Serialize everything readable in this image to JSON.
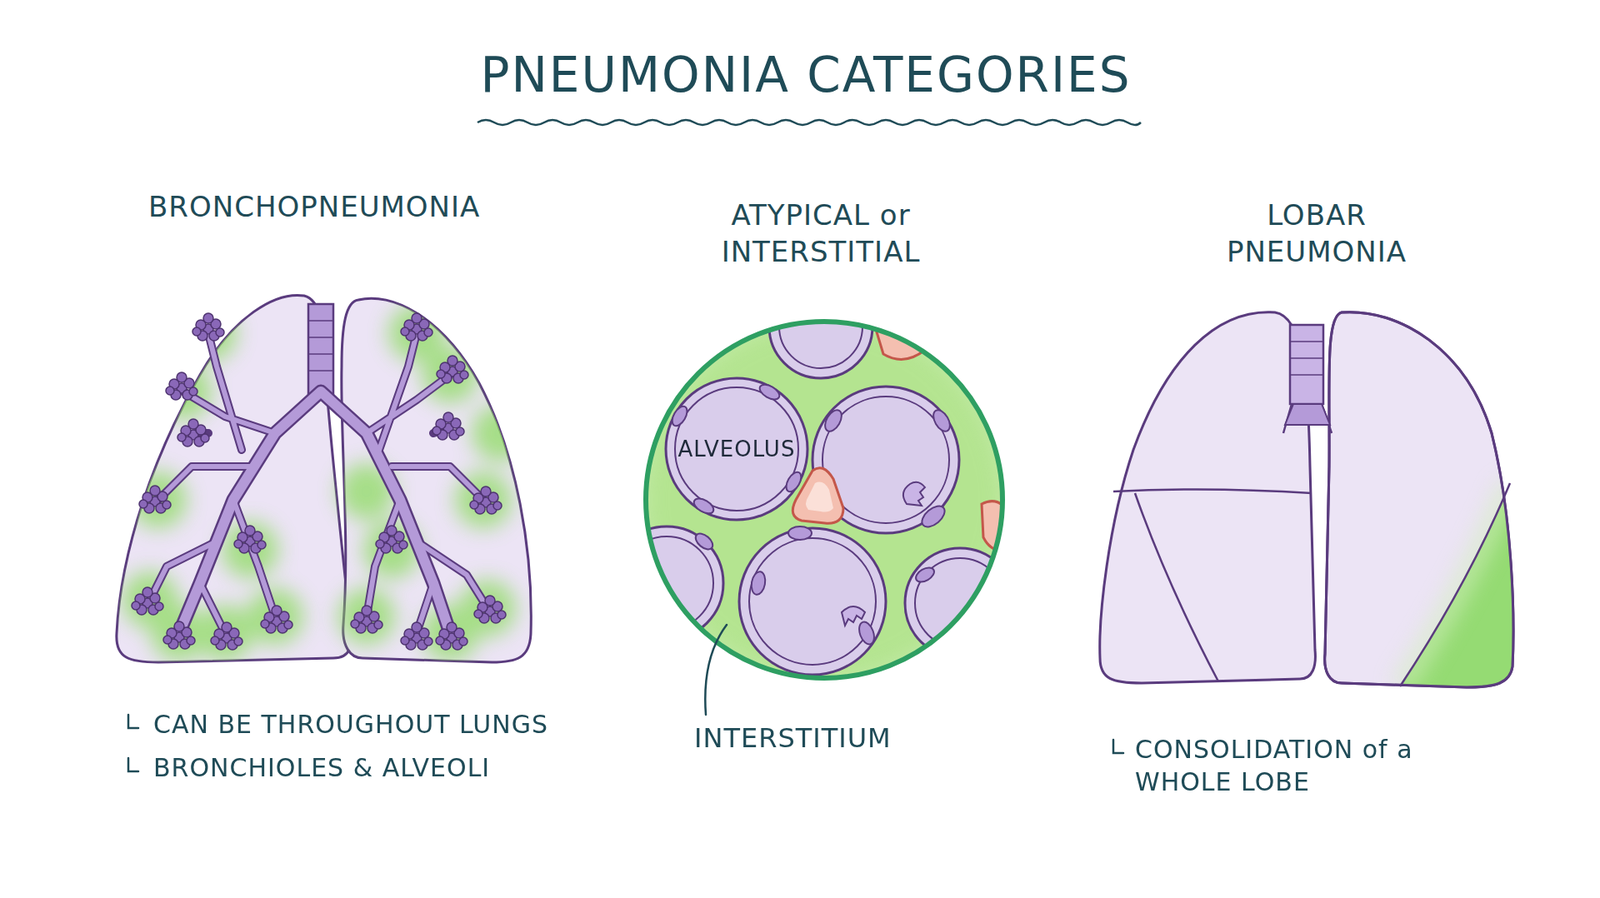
{
  "diagram": {
    "title": "PNEUMONIA CATEGORIES",
    "nodes": [
      {
        "text": [
          "ALVEOLUS"
        ]
      }
    ],
    "labels": [
      "BRONCHOPNEUMONIA",
      "ATYPICAL or INTERSTITIAL",
      "LOBAR PNEUMONIA",
      "CAN BE THROUGHOUT LUNGS",
      "BRONCHIOLES & ALVEOLI",
      "INTERSTITIUM",
      "CONSOLIDATION of a WHOLE LOBE"
    ]
  }
}
